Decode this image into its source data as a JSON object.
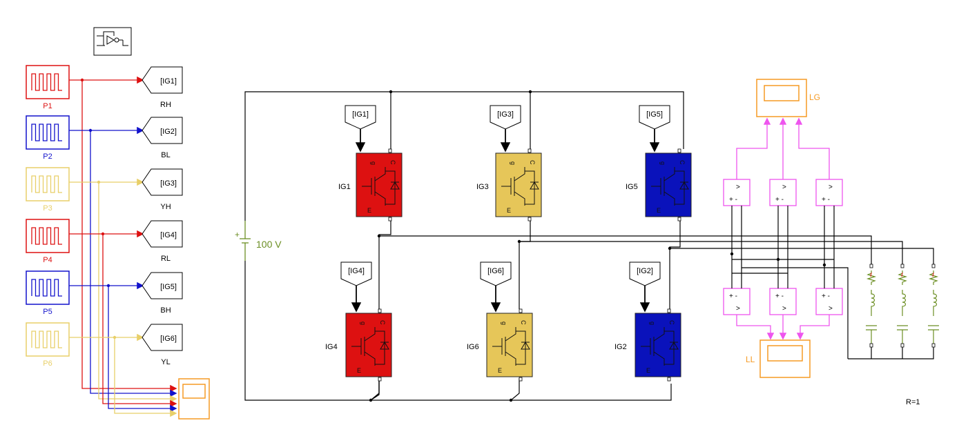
{
  "colors": {
    "red": "#dd1111",
    "blue": "#1111cc",
    "yellow": "#e8cf68",
    "green": "#6b8e23",
    "magenta": "#ee55ee",
    "orange": "#f59a23",
    "wire": "#000000",
    "igbt_red": "#dd1111",
    "igbt_yellow": "#e6c659",
    "igbt_blue": "#0a12bb"
  },
  "pulses": [
    {
      "label": "P1",
      "color": "red"
    },
    {
      "label": "P2",
      "color": "blue"
    },
    {
      "label": "P3",
      "color": "yellow"
    },
    {
      "label": "P4",
      "color": "red"
    },
    {
      "label": "P5",
      "color": "blue"
    },
    {
      "label": "P6",
      "color": "yellow"
    }
  ],
  "goto_tags": [
    {
      "tag": "[IG1]",
      "name": "RH"
    },
    {
      "tag": "[IG2]",
      "name": "BL"
    },
    {
      "tag": "[IG3]",
      "name": "YH"
    },
    {
      "tag": "[IG4]",
      "name": "RL"
    },
    {
      "tag": "[IG5]",
      "name": "BH"
    },
    {
      "tag": "[IG6]",
      "name": "YL"
    }
  ],
  "source": {
    "label": "100 V"
  },
  "igbts": [
    {
      "name": "IG1",
      "from": "[IG1]",
      "color": "igbt_red"
    },
    {
      "name": "IG3",
      "from": "[IG3]",
      "color": "igbt_yellow"
    },
    {
      "name": "IG5",
      "from": "[IG5]",
      "color": "igbt_blue"
    },
    {
      "name": "IG4",
      "from": "[IG4]",
      "color": "igbt_red"
    },
    {
      "name": "IG6",
      "from": "[IG6]",
      "color": "igbt_yellow"
    },
    {
      "name": "IG2",
      "from": "[IG2]",
      "color": "igbt_blue"
    }
  ],
  "pin_labels": {
    "g": "g",
    "c": "C",
    "e": "E"
  },
  "sensor_glyphs": {
    "top": "+ -",
    "arrow": ">"
  },
  "scopes": {
    "lg": "LG",
    "ll": "LL"
  },
  "load_note": "R=1"
}
